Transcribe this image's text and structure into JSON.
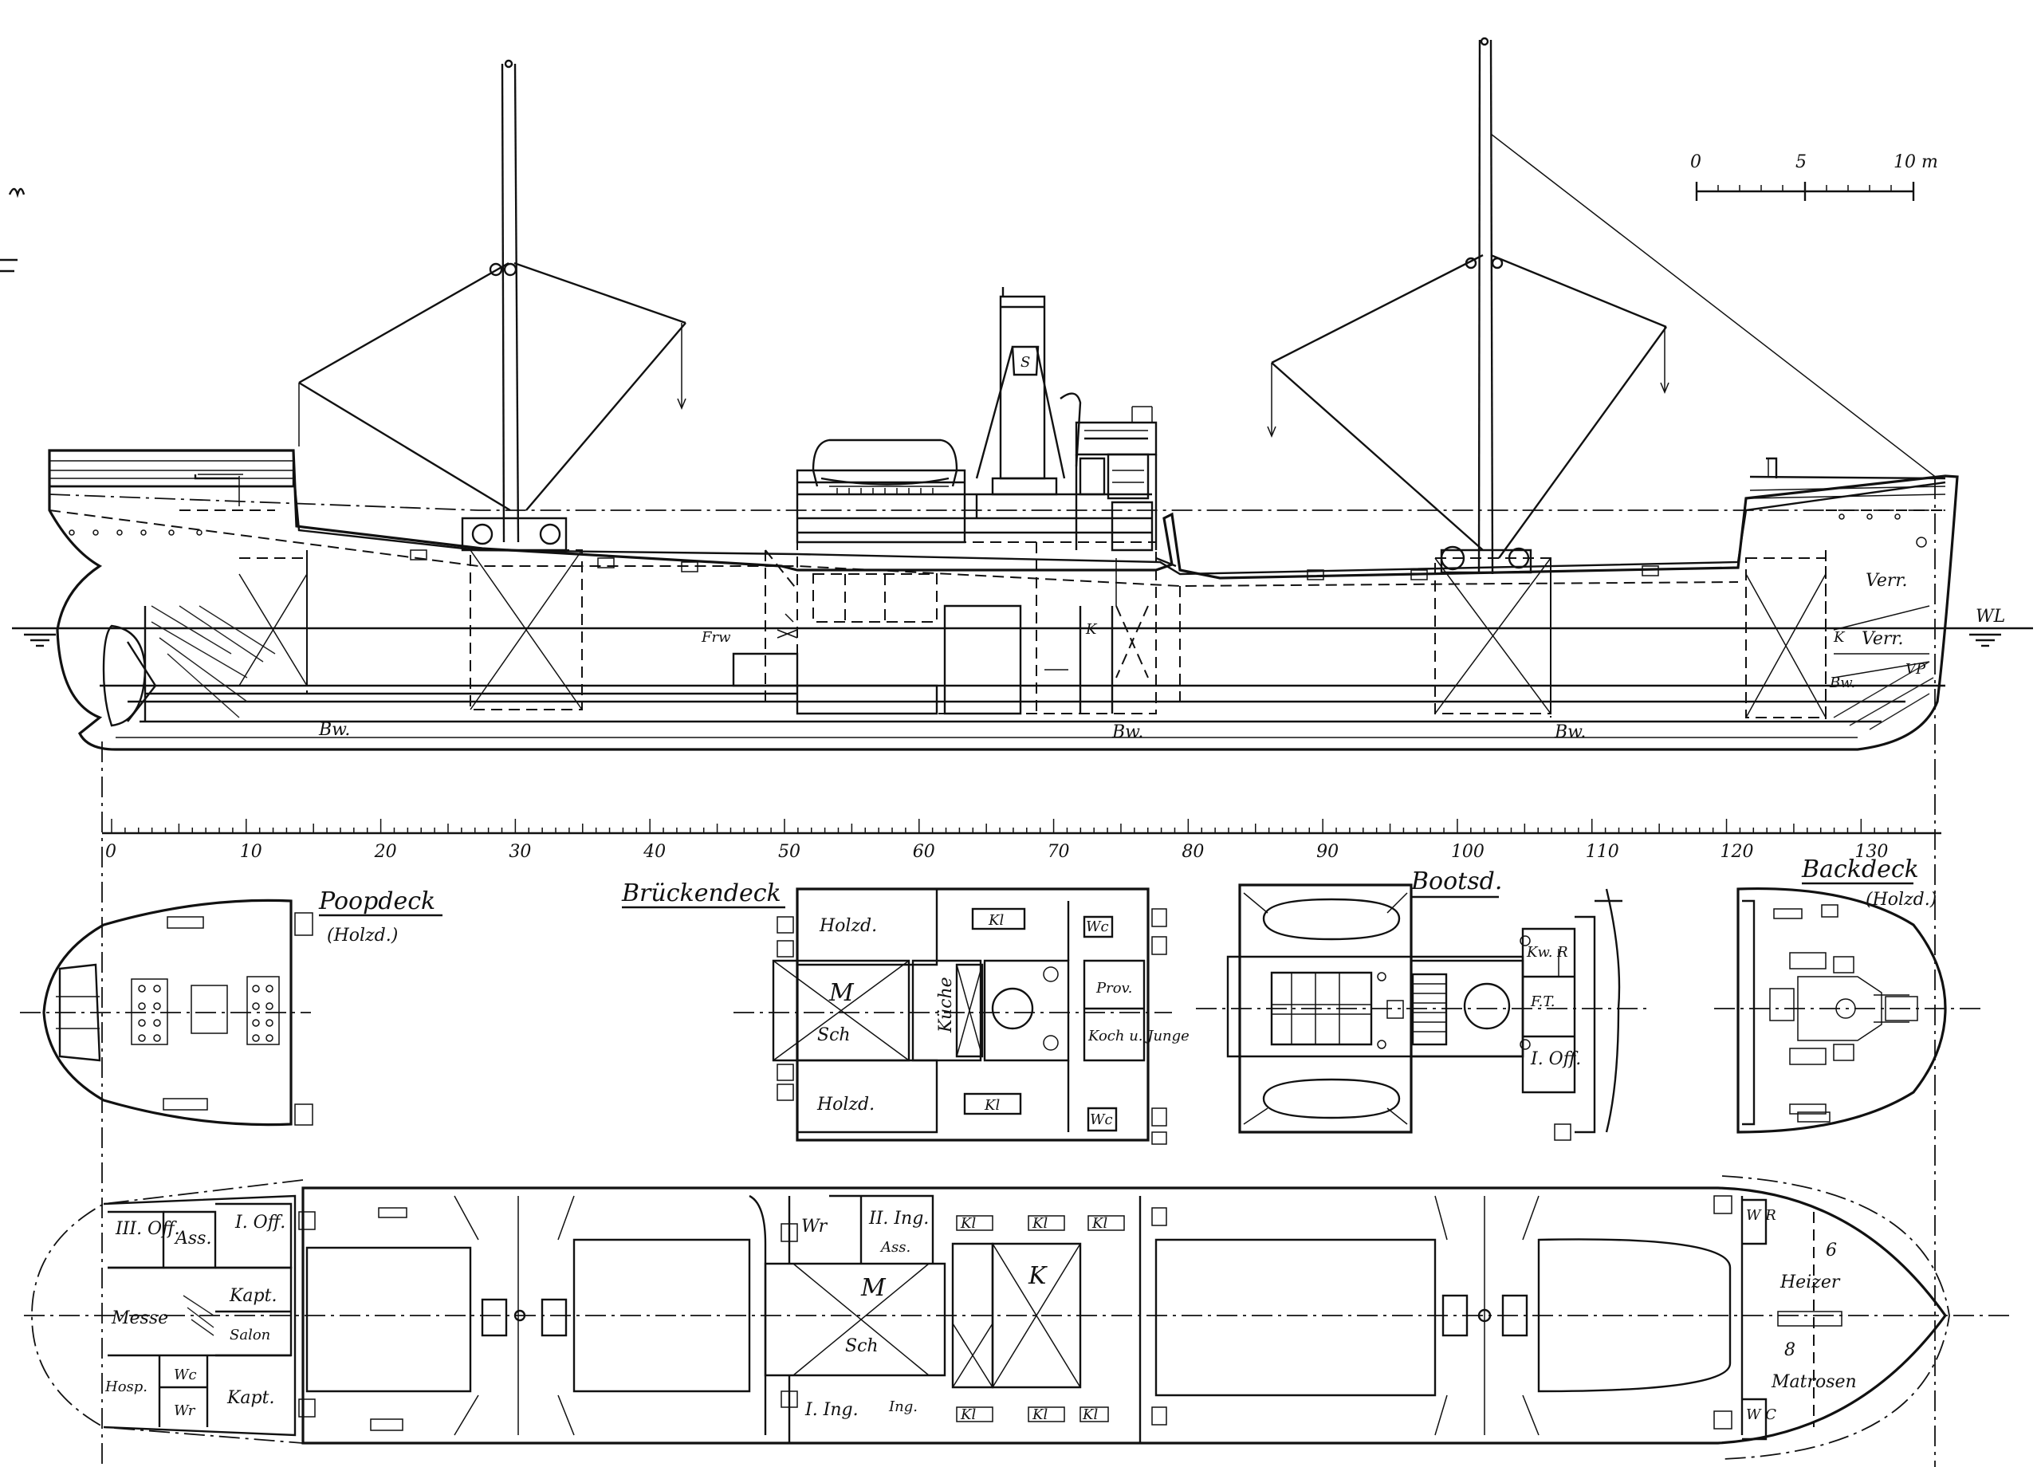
{
  "scale_bar": {
    "ticks": [
      "0",
      "5",
      "10 m"
    ]
  },
  "frame_scale": {
    "labels": [
      "0",
      "10",
      "20",
      "30",
      "40",
      "50",
      "60",
      "70",
      "80",
      "90",
      "100",
      "110",
      "120",
      "130"
    ]
  },
  "waterline": {
    "left": "",
    "right": "WL"
  },
  "profile": {
    "labels": {
      "bw_1": "Bw.",
      "bw_2": "Bw.",
      "bw_3": "Bw.",
      "bw_4": "Bw.",
      "frw": "Frw",
      "verr_1": "Verr.",
      "verr_2": "Verr.",
      "vp": "VP",
      "k": "K",
      "funnel_mark": "S"
    }
  },
  "decks": {
    "poop": {
      "title": "Poopdeck",
      "sub": "(Holzd.)"
    },
    "bridge": {
      "title": "Brückendeck",
      "rooms": {
        "holzd_1": "Holzd.",
        "holzd_2": "Holzd.",
        "m": "M",
        "sch": "Sch",
        "kuche": "Küche",
        "kl_1": "Kl",
        "kl_2": "Kl",
        "wc_1": "Wc",
        "wc_2": "Wc",
        "proviant": "Prov.",
        "koch": "Koch u. Junge"
      }
    },
    "boat": {
      "title": "Bootsd.",
      "rooms": {
        "kr": "Kw. R",
        "ft": "F.T.",
        "off": "I. Off."
      }
    },
    "forecastle": {
      "title": "Backdeck",
      "sub": "(Holzd.)"
    }
  },
  "main_deck": {
    "rooms": {
      "iii_off": "III. Off.",
      "ass": "Ass.",
      "i_off": "I. Off.",
      "messe": "Messe",
      "kapt": "Kapt.",
      "salon": "Salon",
      "hosp": "Hosp.",
      "wc": "Wc",
      "wr": "Wr",
      "kapt_2": "Kapt.",
      "wr_2": "Wr",
      "ii_ing": "II. Ing.",
      "ing_ass": "Ass.",
      "m": "M",
      "sch": "Sch",
      "k": "K",
      "i_ing": "I. Ing.",
      "ing": "Ing.",
      "kl_1": "Kl",
      "kl_2": "Kl",
      "kl_3": "Kl",
      "kl_4": "Kl",
      "kl_5": "Kl",
      "kl_6": "Kl",
      "heizer_n": "6",
      "heizer": "Heizer",
      "matrosen_n": "8",
      "matrosen": "Matrosen",
      "wr_3": "W R",
      "wc_3": "W C"
    }
  }
}
